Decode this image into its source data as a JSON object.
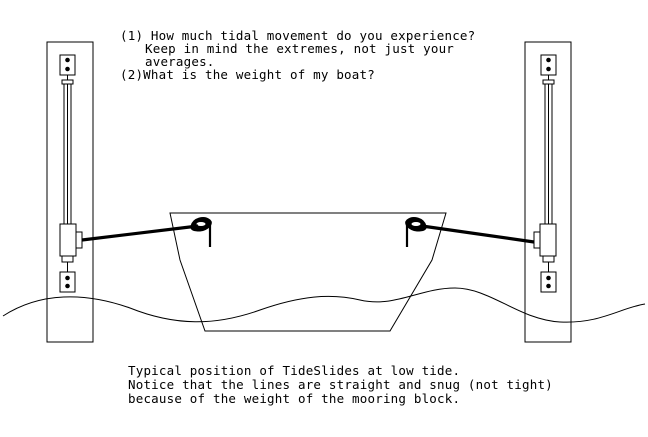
{
  "questions": {
    "q1_line1": "(1) How much tidal movement do you experience?",
    "q1_line2": "Keep in mind the extremes, not just your",
    "q1_line3": "averages.",
    "q2": "(2)What is the weight of my boat?"
  },
  "caption": {
    "line1": "Typical position of TideSlides at low tide.",
    "line2": "Notice that the lines are straight and snug (not tight)",
    "line3": "because of the weight of the mooring block."
  },
  "colors": {
    "ink": "#000000",
    "background": "#ffffff"
  }
}
